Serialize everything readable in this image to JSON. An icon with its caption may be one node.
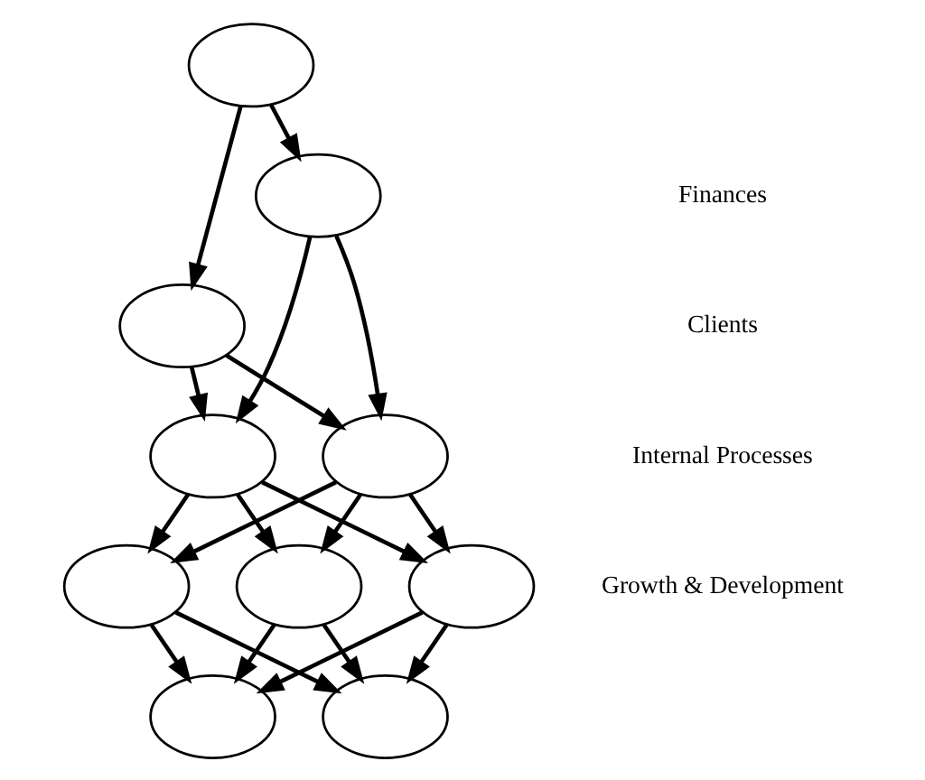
{
  "diagram": {
    "nodes": [
      {
        "text": [],
        "shape": "ellipse"
      },
      {
        "text": [],
        "shape": "ellipse"
      },
      {
        "text": [],
        "shape": "ellipse"
      },
      {
        "text": [],
        "shape": "ellipse"
      },
      {
        "text": [],
        "shape": "ellipse"
      },
      {
        "text": [],
        "shape": "ellipse"
      },
      {
        "text": [],
        "shape": "ellipse"
      },
      {
        "text": [],
        "shape": "ellipse"
      },
      {
        "text": [],
        "shape": "ellipse"
      },
      {
        "text": [],
        "shape": "ellipse"
      }
    ],
    "edges": [
      {
        "from": 0,
        "to": 1,
        "arrow": "to"
      },
      {
        "from": 0,
        "to": 2,
        "arrow": "to"
      },
      {
        "from": 1,
        "to": 3,
        "arrow": "to"
      },
      {
        "from": 1,
        "to": 4,
        "arrow": "to"
      },
      {
        "from": 2,
        "to": 3,
        "arrow": "to"
      },
      {
        "from": 2,
        "to": 4,
        "arrow": "to"
      },
      {
        "from": 3,
        "to": 5,
        "arrow": "to"
      },
      {
        "from": 3,
        "to": 6,
        "arrow": "to"
      },
      {
        "from": 3,
        "to": 7,
        "arrow": "to"
      },
      {
        "from": 4,
        "to": 5,
        "arrow": "to"
      },
      {
        "from": 4,
        "to": 6,
        "arrow": "to"
      },
      {
        "from": 4,
        "to": 7,
        "arrow": "to"
      },
      {
        "from": 5,
        "to": 8,
        "arrow": "to"
      },
      {
        "from": 5,
        "to": 9,
        "arrow": "to"
      },
      {
        "from": 6,
        "to": 8,
        "arrow": "to"
      },
      {
        "from": 6,
        "to": 9,
        "arrow": "to"
      },
      {
        "from": 7,
        "to": 8,
        "arrow": "to"
      },
      {
        "from": 7,
        "to": 9,
        "arrow": "to"
      }
    ],
    "labels": [
      "Finances",
      "Clients",
      "Internal Processes",
      "Growth & Development"
    ]
  }
}
